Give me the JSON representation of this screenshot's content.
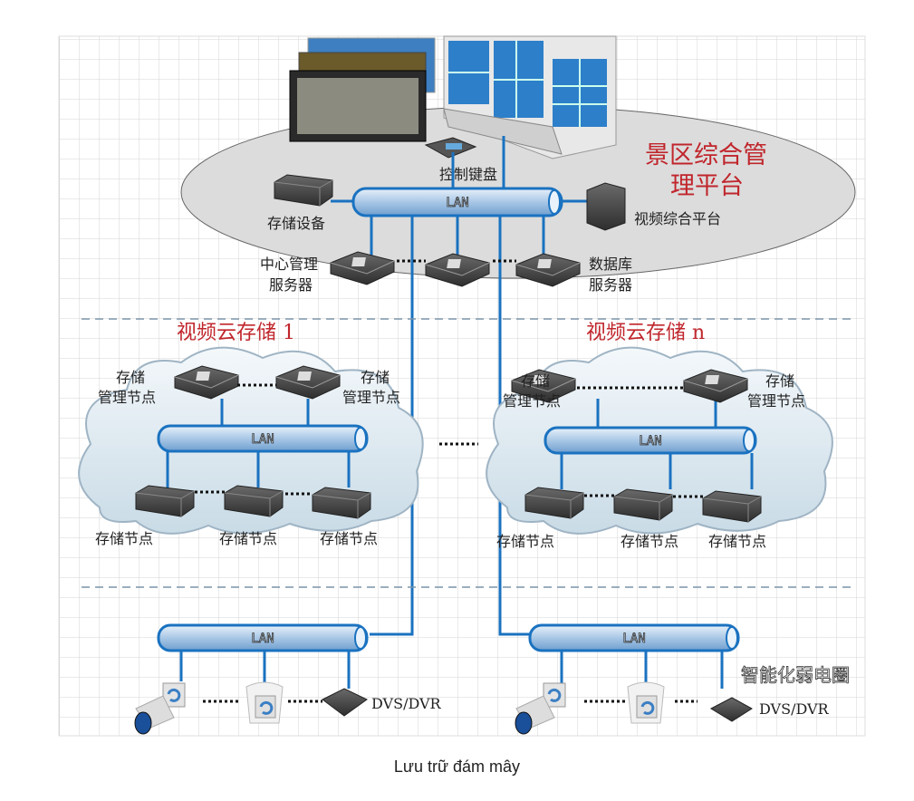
{
  "platform": {
    "title_line1": "景区综合管",
    "title_line2": "理平台",
    "keyboard_label": "控制键盘",
    "storage_device_label": "存储设备",
    "video_platform_label": "视频综合平台",
    "center_server_line1": "中心管理",
    "center_server_line2": "服务器",
    "db_server_line1": "数据库",
    "db_server_line2": "服务器",
    "lan_label": "LAN"
  },
  "clouds": [
    {
      "title": "视频云存储 1",
      "mgmt_line1": "存储",
      "mgmt_line2": "管理节点",
      "lan_label": "LAN",
      "storage_node_label": "存储节点"
    },
    {
      "title": "视频云存储 n",
      "mgmt_line1": "存储",
      "mgmt_line2": "管理节点",
      "lan_label": "LAN",
      "storage_node_label": "存储节点"
    }
  ],
  "edge": {
    "lan_label": "LAN",
    "dvs_label": "DVS/DVR"
  },
  "watermark": "智能化弱电圈",
  "caption": "Lưu trữ đám mây",
  "colors": {
    "accent_red": "#c0262c",
    "lan_blue": "#1a72c0"
  }
}
